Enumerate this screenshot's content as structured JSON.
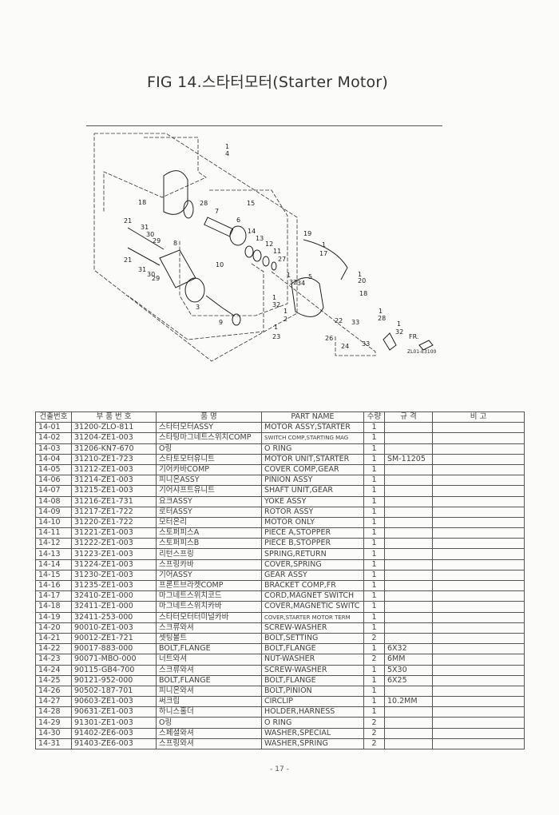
{
  "title": "FIG 14.스타터모터(Starter Motor)",
  "diagram": {
    "callouts": [
      "1",
      "4",
      "18",
      "28",
      "7",
      "15",
      "6",
      "21",
      "31",
      "30",
      "29",
      "8",
      "14",
      "13",
      "12",
      "11",
      "27",
      "10",
      "21",
      "31",
      "30",
      "29",
      "19",
      "1",
      "17",
      "3",
      "9",
      "1",
      "32",
      "34",
      "5",
      "1",
      "20",
      "18",
      "1",
      "32",
      "1",
      "2",
      "22",
      "33",
      "1",
      "28",
      "1",
      "23",
      "26",
      "24",
      "33",
      "1",
      "32"
    ],
    "front_marker": "FR.",
    "figure_code": "ZL01-E3100"
  },
  "table": {
    "headers": [
      "건출번호",
      "부 품 번 호",
      "품 명",
      "PART NAME",
      "수량",
      "규 격",
      "비 고"
    ],
    "rows": [
      [
        "14-01",
        "31200-ZLO-811",
        "스타터모터ASSY",
        "MOTOR ASSY,STARTER",
        "1",
        ""
      ],
      [
        "14-02",
        "31204-ZE1-003",
        "스타팅마그네트스위치COMP",
        "SWITCH COMP,STARTING MAG",
        "1",
        ""
      ],
      [
        "14-03",
        "31206-KN7-670",
        "O링",
        "O RING",
        "1",
        ""
      ],
      [
        "14-04",
        "31210-ZE1-723",
        "스타토모터유니트",
        "MOTOR UNIT,STARTER",
        "1",
        "SM-11205"
      ],
      [
        "14-05",
        "31212-ZE1-003",
        "기어카바COMP",
        "COVER COMP,GEAR",
        "1",
        ""
      ],
      [
        "14-06",
        "31214-ZE1-003",
        "피니온ASSY",
        "PINION ASSY",
        "1",
        ""
      ],
      [
        "14-07",
        "31215-ZE1-003",
        "기어샤프트유니트",
        "SHAFT UNIT,GEAR",
        "1",
        ""
      ],
      [
        "14-08",
        "31216-ZE1-731",
        "요크ASSY",
        "YOKE ASSY",
        "1",
        ""
      ],
      [
        "14-09",
        "31217-ZE1-722",
        "로터ASSY",
        "ROTOR ASSY",
        "1",
        ""
      ],
      [
        "14-10",
        "31220-ZE1-722",
        "모터온리",
        "MOTOR ONLY",
        "1",
        ""
      ],
      [
        "14-11",
        "31221-ZE1-003",
        "스토퍼피스A",
        "PIECE A,STOPPER",
        "1",
        ""
      ],
      [
        "14-12",
        "31222-ZE1-003",
        "스토퍼피스B",
        "PIECE B,STOPPER",
        "1",
        ""
      ],
      [
        "14-13",
        "31223-ZE1-003",
        "리턴스프링",
        "SPRING,RETURN",
        "1",
        ""
      ],
      [
        "14-14",
        "31224-ZE1-003",
        "스프링카바",
        "COVER,SPRING",
        "1",
        ""
      ],
      [
        "14-15",
        "31230-ZE1-003",
        "기어ASSY",
        "GEAR ASSY",
        "1",
        ""
      ],
      [
        "14-16",
        "31235-ZE1-003",
        "프론트브라켓COMP",
        "BRACKET COMP,FR",
        "1",
        ""
      ],
      [
        "14-17",
        "32410-ZE1-000",
        "마그네트스위치코드",
        "CORD,MAGNET SWITCH",
        "1",
        ""
      ],
      [
        "14-18",
        "32411-ZE1-000",
        "마그네트스위치카바",
        "COVER,MAGNETIC SWITC",
        "1",
        ""
      ],
      [
        "14-19",
        "32411-253-000",
        "스타터모터터미널카바",
        "COVER,STARTER MOTOR TERM",
        "1",
        ""
      ],
      [
        "14-20",
        "90010-ZE1-003",
        "스크류와셔",
        "SCREW-WASHER",
        "1",
        ""
      ],
      [
        "14-21",
        "90012-ZE1-721",
        "셋팅볼트",
        "BOLT,SETTING",
        "2",
        ""
      ],
      [
        "14-22",
        "90017-883-000",
        "BOLT,FLANGE",
        "BOLT,FLANGE",
        "1",
        "6X32"
      ],
      [
        "14-23",
        "90071-MBO-000",
        "너트와셔",
        "NUT-WASHER",
        "2",
        "6MM"
      ],
      [
        "14-24",
        "90115-GB4-700",
        "스크류와셔",
        "SCREW-WASHER",
        "1",
        "5X30"
      ],
      [
        "14-25",
        "90121-952-000",
        "BOLT,FLANGE",
        "BOLT,FLANGE",
        "1",
        "6X25"
      ],
      [
        "14-26",
        "90502-187-701",
        "피니온와셔",
        "BOLT,PINION",
        "1",
        ""
      ],
      [
        "14-27",
        "90603-ZE1-003",
        "써크립",
        "CIRCLIP",
        "1",
        "10.2MM"
      ],
      [
        "14-28",
        "90631-ZE1-003",
        "하니스홀더",
        "HOLDER,HARNESS",
        "1",
        ""
      ],
      [
        "14-29",
        "91301-ZE1-003",
        "O링",
        "O RING",
        "2",
        ""
      ],
      [
        "14-30",
        "91402-ZE6-003",
        "스페셜와셔",
        "WASHER,SPECIAL",
        "2",
        ""
      ],
      [
        "14-31",
        "91403-ZE6-003",
        "스프링와셔",
        "WASHER,SPRING",
        "2",
        ""
      ]
    ]
  },
  "page_number": "- 17 -"
}
